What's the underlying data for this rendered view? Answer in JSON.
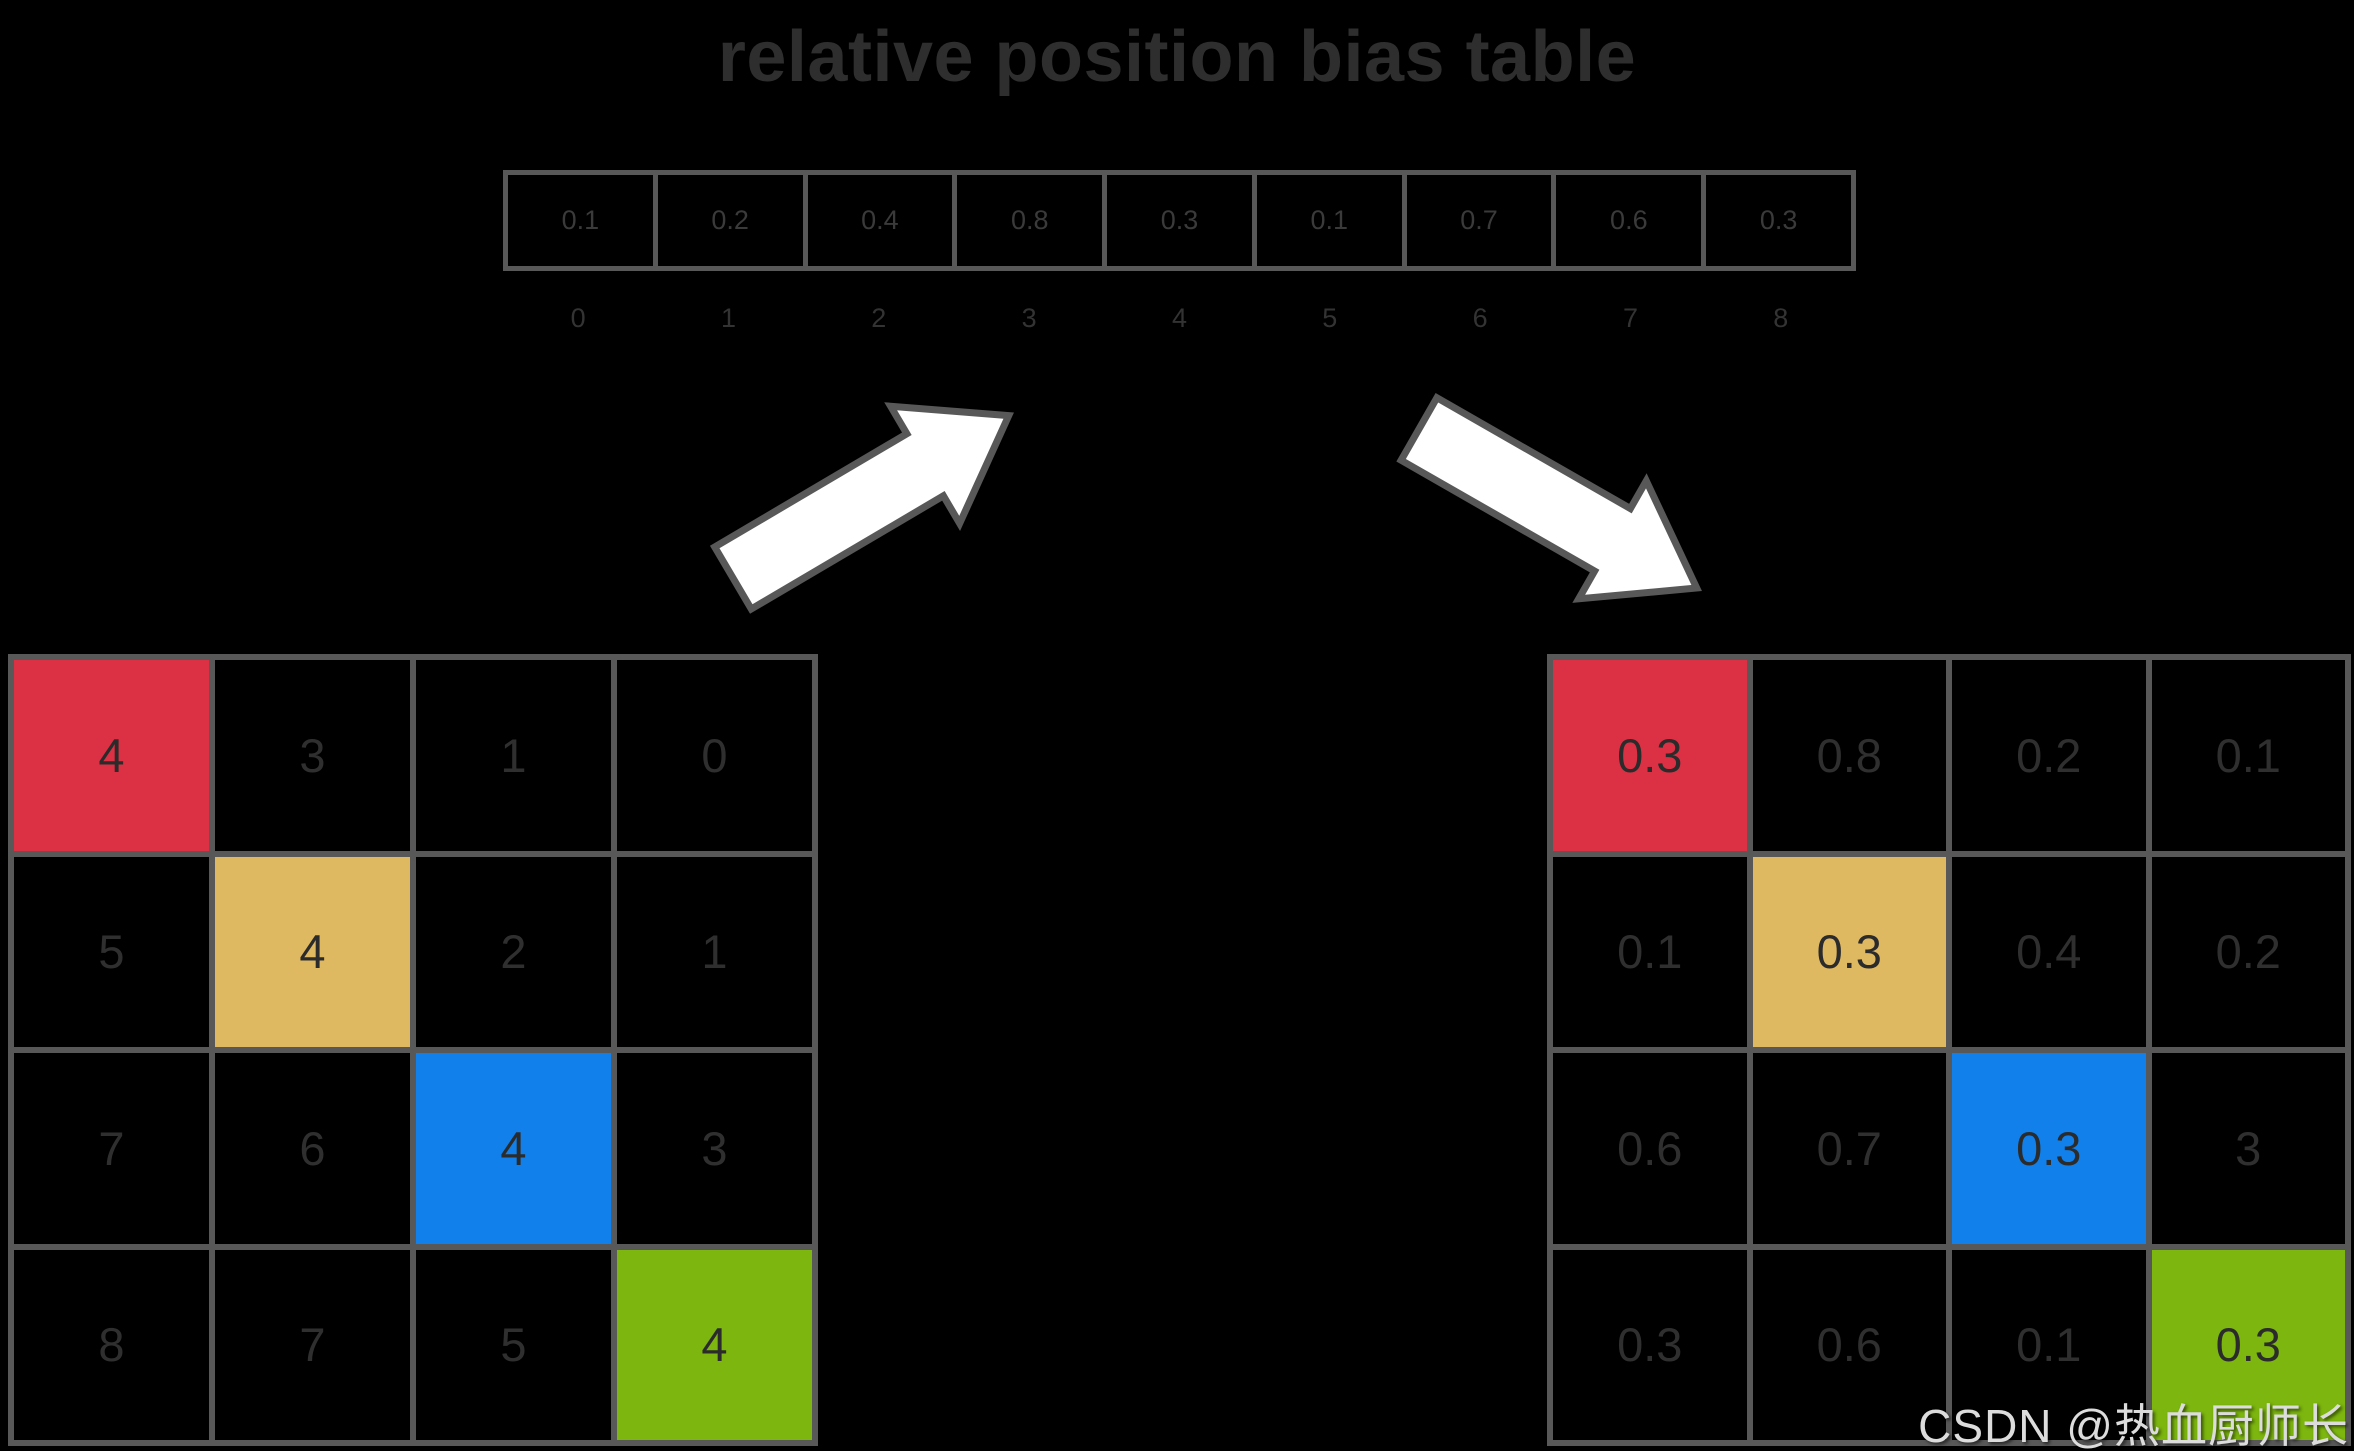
{
  "title": "relative position bias table",
  "bias_table": {
    "values": [
      "0.1",
      "0.2",
      "0.4",
      "0.8",
      "0.3",
      "0.1",
      "0.7",
      "0.6",
      "0.3"
    ],
    "indices": [
      "0",
      "1",
      "2",
      "3",
      "4",
      "5",
      "6",
      "7",
      "8"
    ]
  },
  "grids": {
    "left": {
      "cells": [
        {
          "value": "4",
          "color": "red"
        },
        {
          "value": "3",
          "color": ""
        },
        {
          "value": "1",
          "color": ""
        },
        {
          "value": "0",
          "color": ""
        },
        {
          "value": "5",
          "color": ""
        },
        {
          "value": "4",
          "color": "tan"
        },
        {
          "value": "2",
          "color": ""
        },
        {
          "value": "1",
          "color": ""
        },
        {
          "value": "7",
          "color": ""
        },
        {
          "value": "6",
          "color": ""
        },
        {
          "value": "4",
          "color": "blue"
        },
        {
          "value": "3",
          "color": ""
        },
        {
          "value": "8",
          "color": ""
        },
        {
          "value": "7",
          "color": ""
        },
        {
          "value": "5",
          "color": ""
        },
        {
          "value": "4",
          "color": "green"
        }
      ]
    },
    "right": {
      "cells": [
        {
          "value": "0.3",
          "color": "red"
        },
        {
          "value": "0.8",
          "color": ""
        },
        {
          "value": "0.2",
          "color": ""
        },
        {
          "value": "0.1",
          "color": ""
        },
        {
          "value": "0.1",
          "color": ""
        },
        {
          "value": "0.3",
          "color": "tan"
        },
        {
          "value": "0.4",
          "color": ""
        },
        {
          "value": "0.2",
          "color": ""
        },
        {
          "value": "0.6",
          "color": ""
        },
        {
          "value": "0.7",
          "color": ""
        },
        {
          "value": "0.3",
          "color": "blue"
        },
        {
          "value": "3",
          "color": ""
        },
        {
          "value": "0.3",
          "color": ""
        },
        {
          "value": "0.6",
          "color": ""
        },
        {
          "value": "0.1",
          "color": ""
        },
        {
          "value": "0.3",
          "color": "green"
        }
      ]
    }
  },
  "icons": {
    "left_arrow": "up-right-arrow-icon",
    "right_arrow": "down-right-arrow-icon"
  },
  "watermark": "CSDN @热血厨师长",
  "colors": {
    "red": "#dc3145",
    "tan": "#dfb961",
    "blue": "#1280ea",
    "green": "#7cb60e",
    "border": "#585858",
    "arrow_fill": "#ffffff",
    "background": "#000000"
  }
}
